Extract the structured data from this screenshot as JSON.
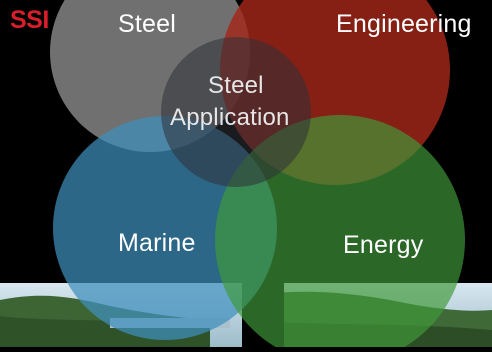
{
  "brand": {
    "text": "SSI",
    "color": "#d81e2a"
  },
  "diagram": {
    "type": "venn",
    "circles": [
      {
        "id": "steel",
        "label": "Steel",
        "color": "#8f8f8f",
        "opacity": 0.78
      },
      {
        "id": "engineering",
        "label": "Engineering",
        "color": "#a3271a",
        "opacity": 0.82
      },
      {
        "id": "marine",
        "label": "Marine",
        "color": "#3f8fbd",
        "opacity": 0.72
      },
      {
        "id": "energy",
        "label": "Energy",
        "color": "#3f9a3a",
        "opacity": 0.68
      }
    ],
    "center_label": {
      "line1": "Steel",
      "line2": "Application"
    },
    "center_color": "#2f3138"
  },
  "photo": {
    "description_icon": "coastline-photo-icon",
    "sky_color": "#c7dbe6",
    "hill_color": "#3f6a37",
    "water_color": "#9fbac8"
  }
}
